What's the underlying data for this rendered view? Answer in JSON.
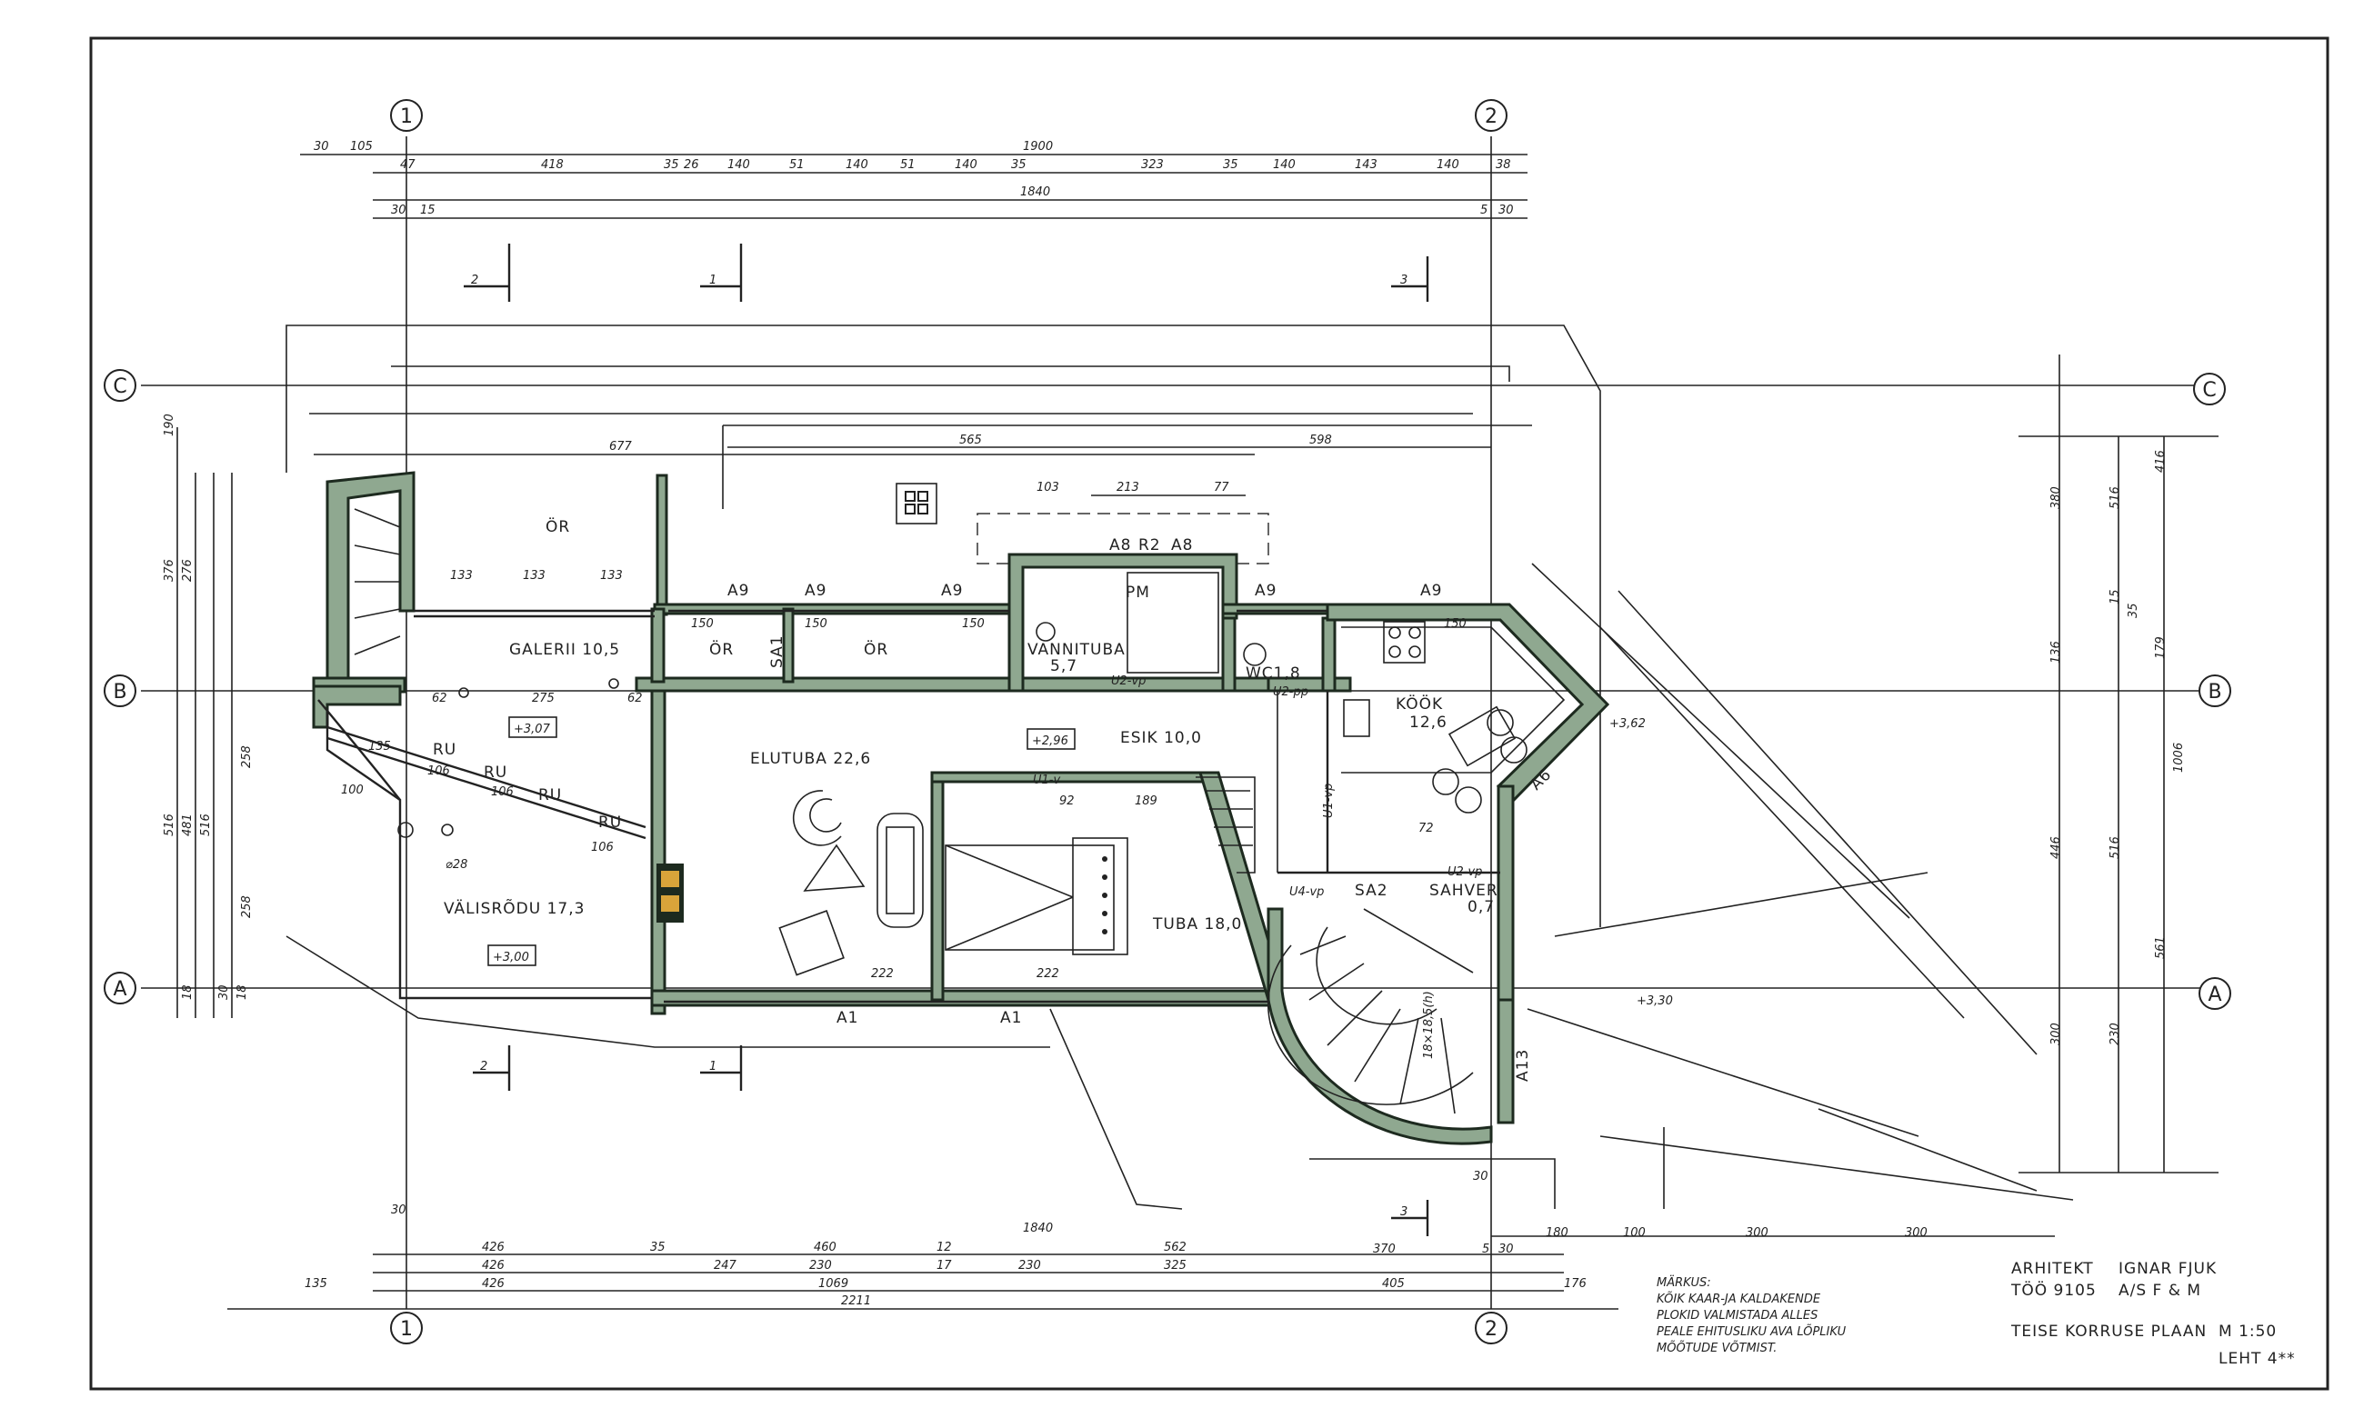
{
  "axes": {
    "col_1": "1",
    "col_2": "2",
    "row_a": "A",
    "row_b": "B",
    "row_c": "C"
  },
  "rooms": {
    "galerii": "GALERII  10,5",
    "or_top": "ÖR",
    "or_left": "ÖR",
    "or_right": "ÖR",
    "vannituba": "VANNITUBA",
    "vannituba_area": "5,7",
    "elutuba": "ELUTUBA  22,6",
    "esik": "ESIK  10,0",
    "kook": "KÖÖK",
    "kook_area": "12,6",
    "tuba": "TUBA  18,0",
    "valisrodu": "VÄLISRÕDU   17,3",
    "wc": "WC1,8",
    "sahver": "SAHVER",
    "sahver_area": "0,7",
    "pm": "PM"
  },
  "levels": {
    "galerii": "+3,07",
    "esik": "+2,96",
    "rodu": "+3,00",
    "kitchen_side": "+3,62",
    "stair_side": "+3,30"
  },
  "window_labels": {
    "a9": "A9",
    "a8": "A8",
    "r2": "R2",
    "a6": "A6",
    "a13": "A13",
    "a1": "A1",
    "ru": "RU",
    "sa1": "SA1",
    "sa2": "SA2"
  },
  "door_labels": {
    "u1v": "U1-v",
    "u2vp": "U2-vp",
    "u2pp": "U2-pp",
    "u4vp": "U4-vp",
    "u2vp2": "U2-vp",
    "u1vp": "U1-vp"
  },
  "section_marks": {
    "s1": "1",
    "s2": "2",
    "s3": "3"
  },
  "top_dims": {
    "total_a": "1900",
    "total_b": "1840",
    "segments": [
      "30",
      "105",
      "47",
      "418",
      "35",
      "26",
      "140",
      "51",
      "140",
      "51",
      "140",
      "35",
      "323",
      "35",
      "140",
      "143",
      "140",
      "38"
    ],
    "offsets": [
      "30",
      "15",
      "5",
      "30"
    ]
  },
  "bottom_dims": {
    "total_a": "1840",
    "total_b": "2211",
    "row1": [
      "426",
      "35",
      "460",
      "12",
      "562",
      "370",
      "5",
      "30"
    ],
    "row2": [
      "426",
      "247",
      "230",
      "17",
      "230",
      "325"
    ],
    "row3": [
      "135",
      "426",
      "1069",
      "405",
      "176"
    ],
    "right": [
      "180",
      "100",
      "300",
      "300"
    ],
    "offsets": [
      "30",
      "30"
    ]
  },
  "inner_dims": {
    "galerii_top": "677",
    "mid_a": "565",
    "mid_b": "598",
    "or_a": "103",
    "or_b": "213",
    "or_c": "77",
    "d133a": "133",
    "d133b": "133",
    "d133c": "133",
    "d150a": "150",
    "d150b": "150",
    "d150c": "150",
    "d150d": "150",
    "d275": "275",
    "d62a": "62",
    "d62b": "62",
    "d222a": "222",
    "d222b": "222",
    "d92": "92",
    "d189": "189",
    "d72": "72",
    "d28": "⌀28",
    "d106a": "106",
    "d106b": "106",
    "d106c": "106",
    "d135": "135",
    "d100": "100",
    "stair": "18×18,5(h)"
  },
  "left_dims": [
    "190",
    "376",
    "276",
    "516",
    "481",
    "516",
    "258",
    "258",
    "18",
    "30",
    "18"
  ],
  "right_dims": [
    "380",
    "516",
    "416",
    "136",
    "179",
    "1006",
    "446",
    "516",
    "561",
    "300",
    "230",
    "15",
    "35"
  ],
  "notes": {
    "title": "MÄRKUS:",
    "lines": [
      "KÕIK KAAR-JA KALDAKENDE",
      "PLOKID VALMISTADA ALLES",
      "PEALE EHITUSLIKU AVA LÕPLIKU",
      "MÕÕTUDE VÕTMIST."
    ]
  },
  "title_block": {
    "architect_label": "ARHITEKT",
    "architect_name": "IGNAR FJUK",
    "work_label": "TÖÖ  9105",
    "company": "A/S  F & M",
    "plan_title": "TEISE  KORRUSE  PLAAN",
    "scale": "M 1:50",
    "sheet": "LEHT 4**"
  },
  "colors": {
    "wall_fill": "#8fa890",
    "ink": "#222222"
  }
}
